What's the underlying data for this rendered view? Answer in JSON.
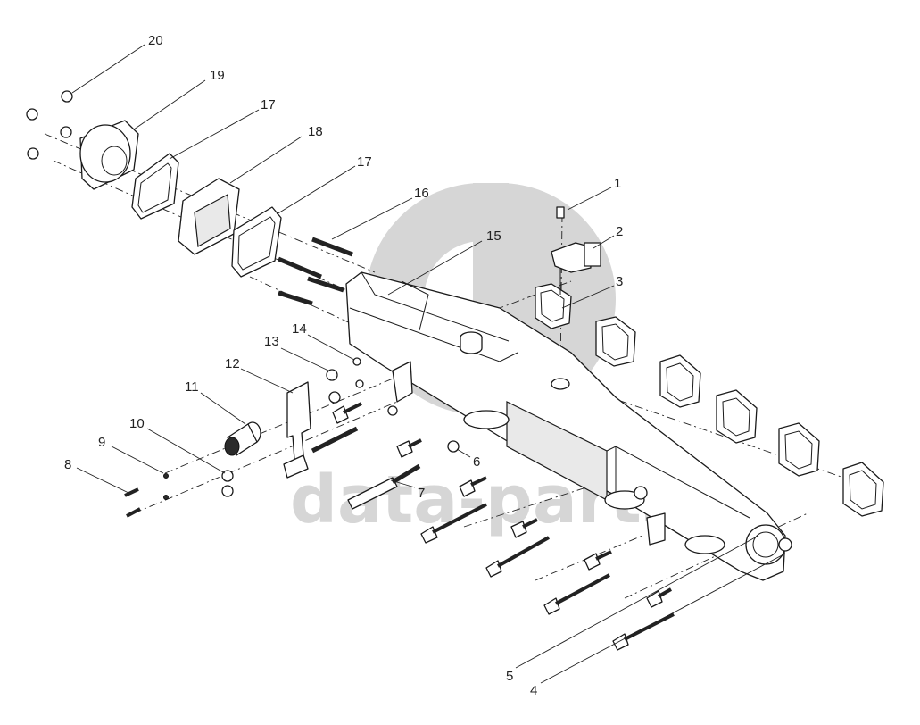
{
  "watermark": {
    "logo_letters": "GD",
    "text": "data-parts",
    "color": "#d6d6d6"
  },
  "callouts": [
    {
      "id": "1",
      "label": "1"
    },
    {
      "id": "2",
      "label": "2"
    },
    {
      "id": "3",
      "label": "3"
    },
    {
      "id": "4",
      "label": "4"
    },
    {
      "id": "5",
      "label": "5"
    },
    {
      "id": "6",
      "label": "6"
    },
    {
      "id": "7",
      "label": "7"
    },
    {
      "id": "8",
      "label": "8"
    },
    {
      "id": "9",
      "label": "9"
    },
    {
      "id": "10",
      "label": "10"
    },
    {
      "id": "11",
      "label": "11"
    },
    {
      "id": "12",
      "label": "12"
    },
    {
      "id": "13",
      "label": "13"
    },
    {
      "id": "14",
      "label": "14"
    },
    {
      "id": "15",
      "label": "15"
    },
    {
      "id": "16",
      "label": "16"
    },
    {
      "id": "17a",
      "label": "17"
    },
    {
      "id": "17b",
      "label": "17"
    },
    {
      "id": "18",
      "label": "18"
    },
    {
      "id": "19",
      "label": "19"
    },
    {
      "id": "20",
      "label": "20"
    }
  ]
}
